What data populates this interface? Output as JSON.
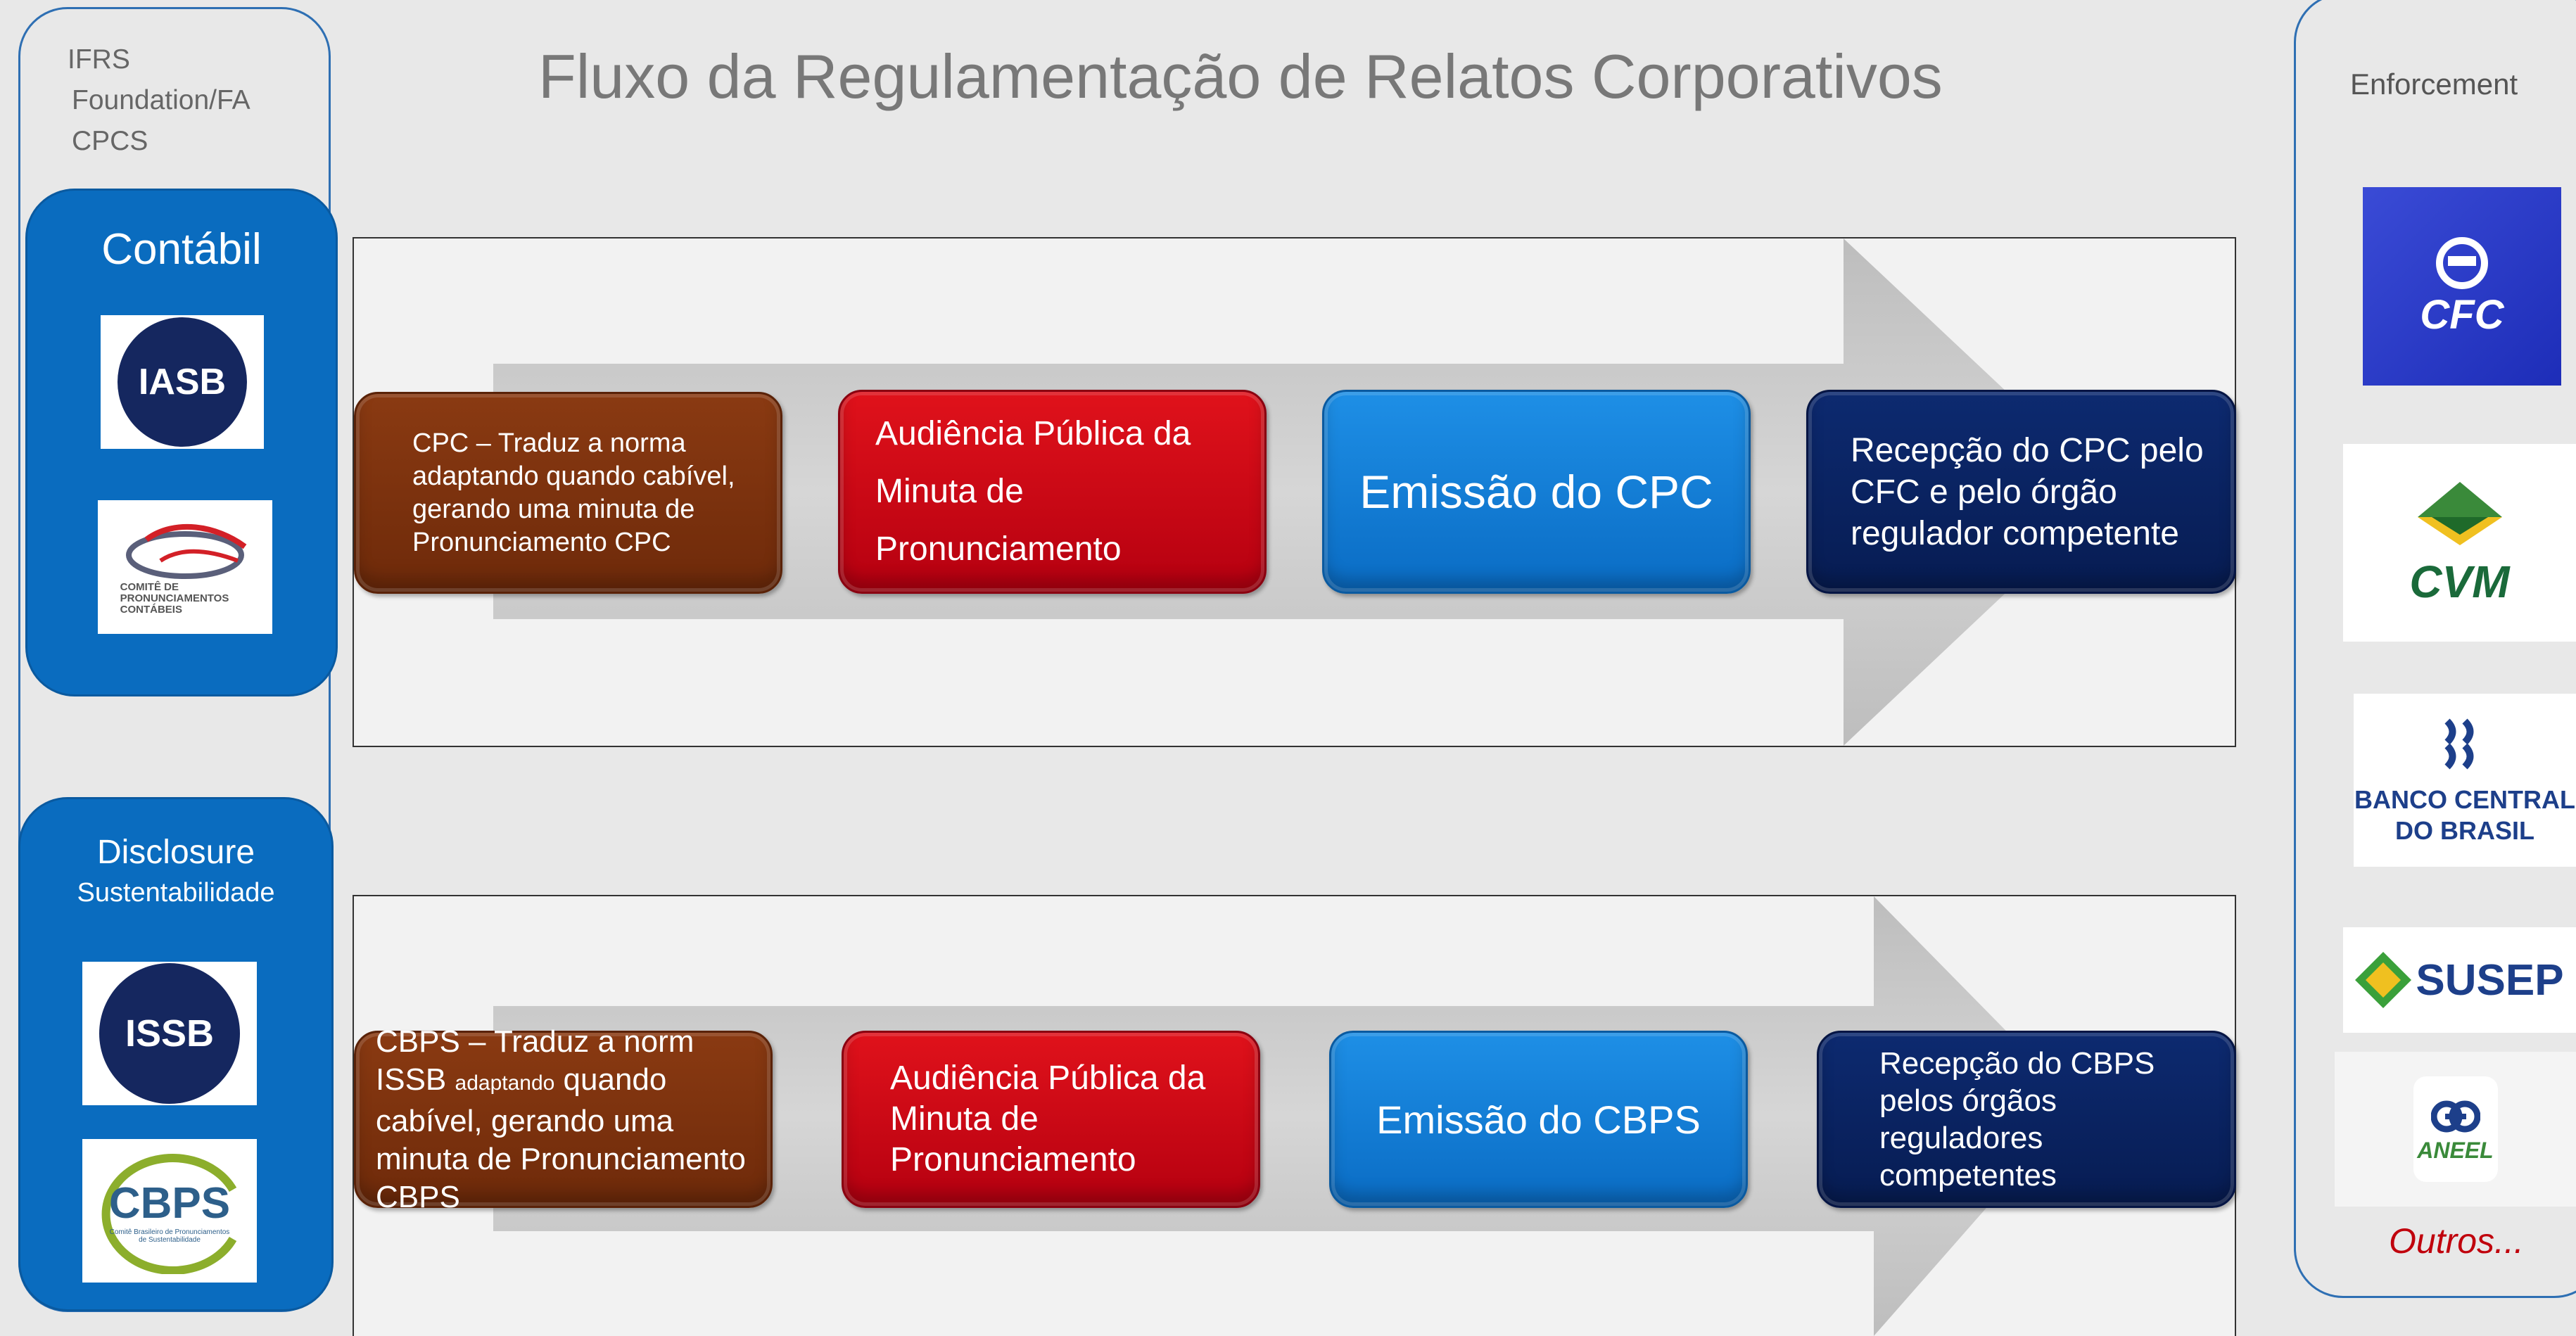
{
  "title": "Fluxo da Regulamentação de Relatos Corporativos",
  "left_panel": {
    "foundation_lines": [
      "IFRS",
      "Foundation/FA",
      "CPCS"
    ],
    "contabil": {
      "title": "Contábil",
      "logos": {
        "iasb": "IASB",
        "cpc_line1": "COMITÊ DE",
        "cpc_line2": "PRONUNCIAMENTOS",
        "cpc_line3": "CONTÁBEIS"
      }
    },
    "disclosure": {
      "title": "Disclosure",
      "subtitle": "Sustentabilidade",
      "logos": {
        "issb": "ISSB",
        "cbps": "CBPS",
        "cbps_line1": "Comitê Brasileiro de Pronunciamentos",
        "cbps_line2": "de Sustentabilidade"
      }
    }
  },
  "flow_top": {
    "steps": [
      "CPC – Traduz a    norma adaptando    quando cabível,    gerando uma minuta de Pronunciamento    CPC",
      "Audiência Pública da Minuta de Pronunciamento",
      "Emissão do CPC",
      "Recepção do CPC pelo CFC e pelo órgão regulador competente"
    ]
  },
  "flow_bottom": {
    "steps": [
      {
        "pre": "CBPS – Traduz a norm ISSB",
        "small": "adaptando",
        "post": " quando cabível, gerando uma minuta de Pronunciamento CBPS"
      },
      "Audiência Pública da Minuta de Pronunciamento",
      "Emissão do CBPS",
      "Recepção do CBPS pelos órgãos reguladores competentes"
    ]
  },
  "enforcement": {
    "label": "Enforcement",
    "logos": {
      "cfc": "CFC",
      "cvm": "CVM",
      "bcb_line1": "BANCO CENTRAL",
      "bcb_line2": "DO BRASIL",
      "susep": "SUSEP",
      "aneel": "ANEEL"
    },
    "outros": "Outros..."
  },
  "colors": {
    "brown": "#7a3210",
    "red": "#d00914",
    "blue": "#1582d8",
    "navy": "#0a2260",
    "group_blue": "#0a6cbf"
  }
}
